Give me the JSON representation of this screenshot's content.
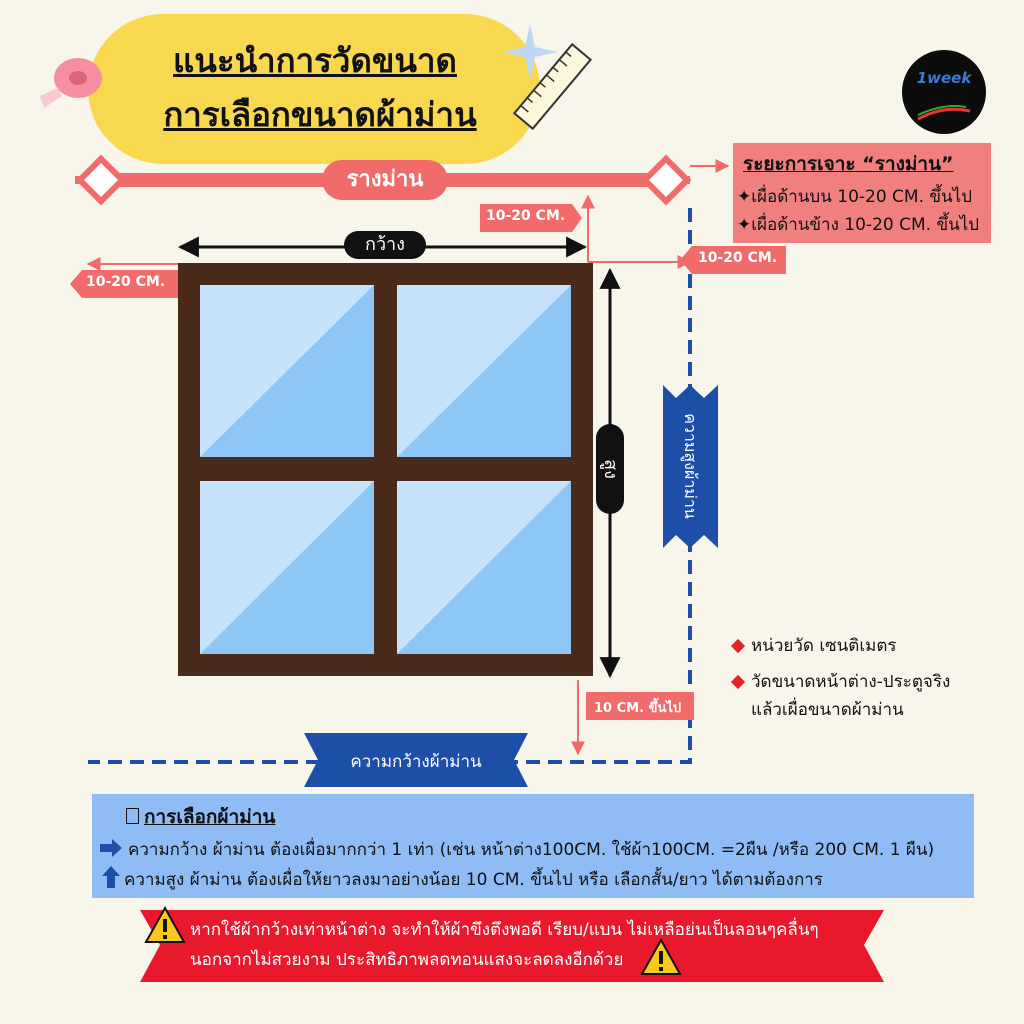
{
  "title": {
    "line1": "แนะนำการวัดขนาด",
    "line2": "การเลือกขนาดผ้าม่าน"
  },
  "logo": {
    "text": "1week"
  },
  "rail": {
    "label": "รางม่าน"
  },
  "width_label": "กว้าง",
  "height_label": "สูง",
  "offset_top": "10-20 CM.",
  "offset_left": "10-20 CM.",
  "offset_right": "10-20 CM.",
  "offset_bottom": "10 CM. ขึ้นไป",
  "curtain_height_label": "ความสูงผ้าม่าน",
  "curtain_width_label": "ความกว้างผ้าม่าน",
  "note": {
    "title": "ระยะการเจาะ “รางม่าน”",
    "lines": [
      "✦เผื่อด้านบน 10-20 CM. ขึ้นไป",
      "✦เผื่อด้านข้าง 10-20 CM. ขึ้นไป"
    ]
  },
  "side_notes": [
    "หน่วยวัด เซนติเมตร",
    "วัดขนาดหน้าต่าง-ประตูจริง",
    "แล้วเผื่อขนาดผ้าม่าน"
  ],
  "selection": {
    "title": "การเลือกผ้าม่าน",
    "width_rule": "ความกว้าง ผ้าม่าน ต้องเผื่อมากกว่า 1 เท่า (เช่น หน้าต่าง100CM. ใช้ผ้า100CM. =2ผืน /หรือ 200 CM. 1 ผืน)",
    "height_rule": "ความสูง ผ้าม่าน ต้องเผื่อให้ยาวลงมาอย่างน้อย 10 CM. ขึ้นไป หรือ เลือกสั้น/ยาว ได้ตามต้องการ"
  },
  "warning": {
    "line1": "หากใช้ผ้ากว้างเท่าหน้าต่าง จะทำให้ผ้าขึงตึงพอดี เรียบ/แบน ไม่เหลือย่นเป็นลอนๆคลื่นๆ",
    "line2": "นอกจากไม่สวยงาม ประสิทธิภาพลดทอนแสงจะลดลงอีกด้วย"
  },
  "colors": {
    "background": "#f8f5ea",
    "accent_red": "#f26b6b",
    "blue": "#1e4fa8",
    "frame": "#4a2a1a",
    "glass": "#a9d3f5",
    "yellow": "#f7d84e"
  }
}
